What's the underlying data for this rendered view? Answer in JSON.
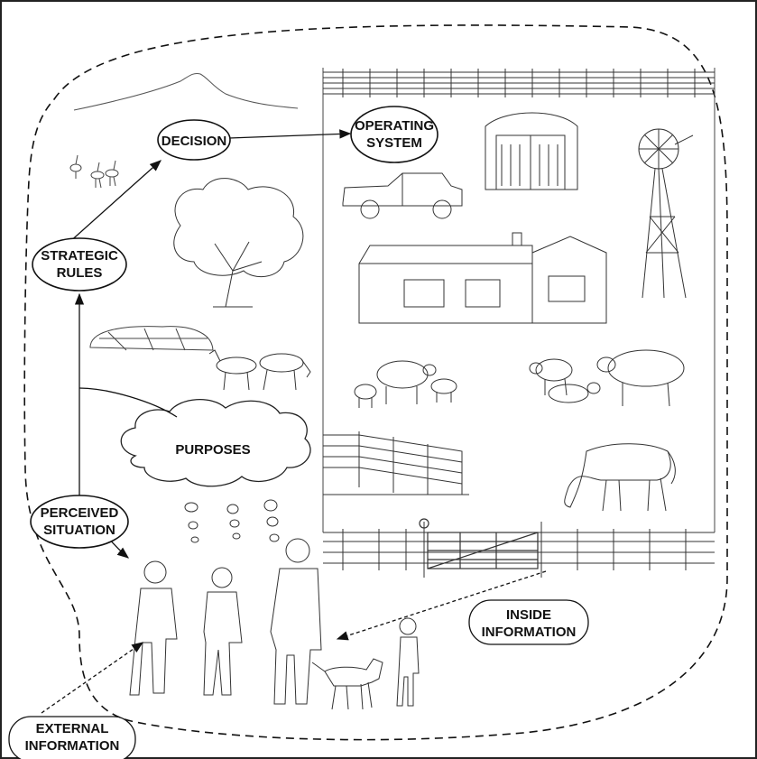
{
  "labels": {
    "decision": "DECISION",
    "operating_line1": "OPERATING",
    "operating_line2": "SYSTEM",
    "strategic_line1": "STRATEGIC",
    "strategic_line2": "RULES",
    "purposes": "PURPOSES",
    "perceived_line1": "PERCEIVED",
    "perceived_line2": "SITUATION",
    "inside_line1": "INSIDE",
    "inside_line2": "INFORMATION",
    "external_line1": "EXTERNAL",
    "external_line2": "INFORMATION"
  }
}
